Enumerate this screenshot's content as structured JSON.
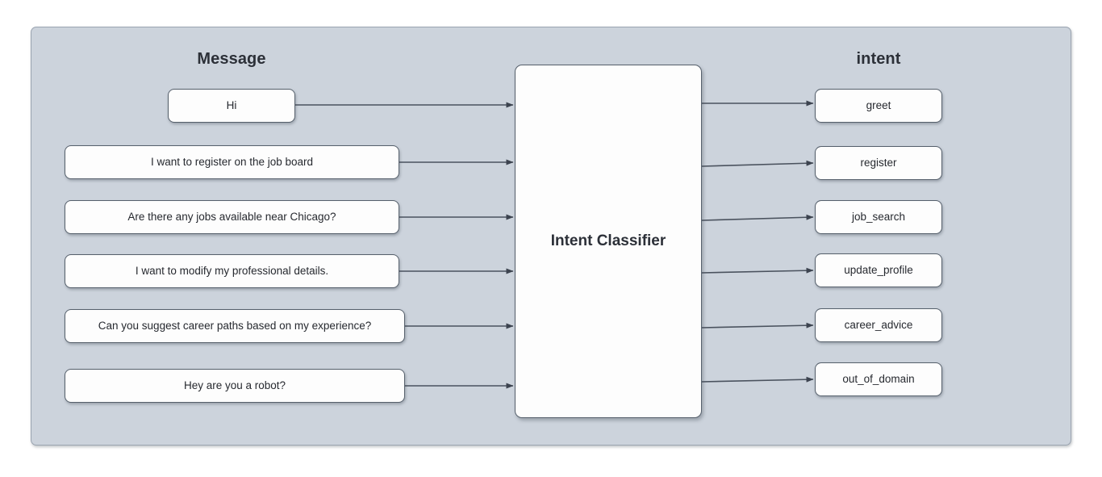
{
  "diagram": {
    "title_message_column": "Message",
    "title_intent_column": "intent",
    "classifier_label": "Intent Classifier",
    "colors": {
      "panel_background": "#ccd3dc",
      "panel_border": "#9aa4b0",
      "node_background": "#fdfdfd",
      "node_border": "#56606c",
      "connector": "#4a525e",
      "text": "#26292f",
      "heading_text": "#2c3038",
      "page_background": "#ffffff"
    },
    "rows": [
      {
        "message": "Hi",
        "intent": "greet"
      },
      {
        "message": "I want to register on the job board",
        "intent": "register"
      },
      {
        "message": "Are there any jobs available near Chicago?",
        "intent": "job_search"
      },
      {
        "message": "I want to modify my professional details.",
        "intent": "update_profile"
      },
      {
        "message": "Can you suggest career paths based on my experience?",
        "intent": "career_advice"
      },
      {
        "message": "Hey are you a robot?",
        "intent": "out_of_domain"
      }
    ]
  }
}
